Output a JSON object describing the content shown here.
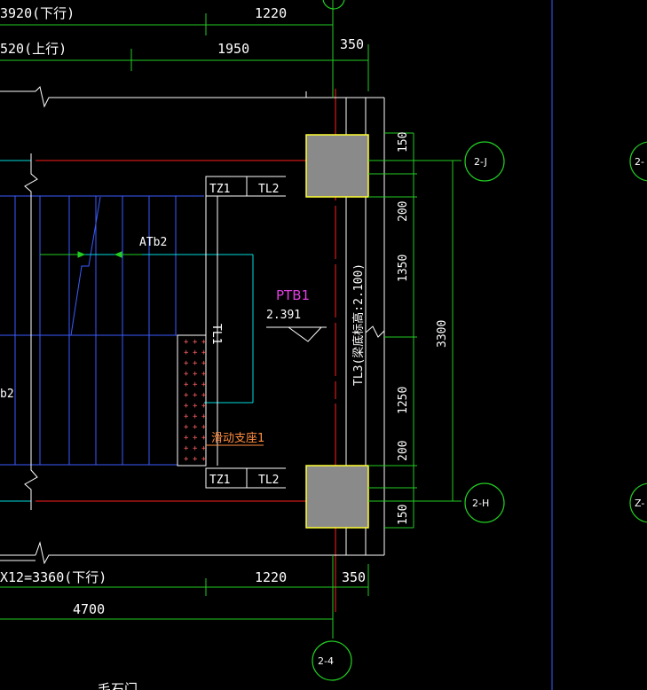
{
  "dimensions": {
    "top1_left": "3920(下行)",
    "top1_mid": "1220",
    "top2_left": "520(上行)",
    "top2_mid": "1950",
    "top2_right": "350",
    "right_150_top": "150",
    "right_200_top": "200",
    "right_1350": "1350",
    "right_1250": "1250",
    "right_200_bot": "200",
    "right_150_bot": "150",
    "right_total": "3300",
    "bot1_left": "X12=3360(下行)",
    "bot1_mid": "1220",
    "bot1_right": "350",
    "bot2_total": "4700"
  },
  "grid_axes": {
    "j": "2-J",
    "h": "2-H",
    "axis4": "2-4",
    "far_top": "2-",
    "far_bot": "Z-"
  },
  "labels": {
    "tz1_top": "TZ1",
    "tl2_top": "TL2",
    "tz1_bot": "TZ1",
    "tl2_bot": "TL2",
    "tl1": "TL1",
    "tl3": "TL3(梁底标高:2.100)",
    "atb2": "ATb2",
    "atb2_left": "b2",
    "ptb1": "PTB1",
    "elevation": "2.391",
    "sliding_support": "滑动支座1",
    "bottom_partial": "毛石门"
  },
  "colors": {
    "background": "#000000",
    "dim_green": "#22cc22",
    "wall_white": "#ffffff",
    "stair_blue": "#3a5cff",
    "column_fill": "#8a8a8a",
    "column_edge": "#ffff33",
    "axis_red": "#ff2020",
    "cyan": "#00dddd",
    "magenta": "#e040e0",
    "orange": "#ff8c40"
  }
}
